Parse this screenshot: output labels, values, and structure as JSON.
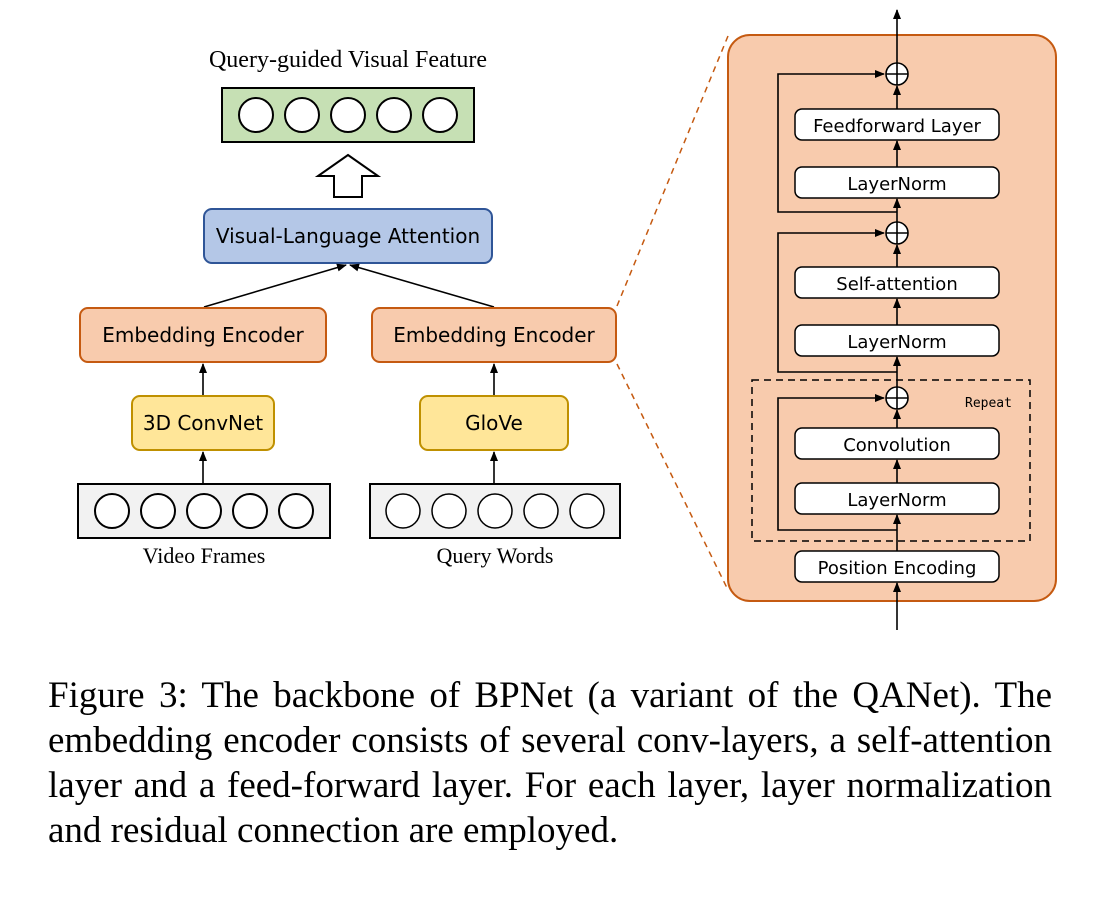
{
  "diagram": {
    "output_label": "Query-guided Visual Feature",
    "attention_label": "Visual-Language Attention",
    "left_encoder_label": "Embedding Encoder",
    "right_encoder_label": "Embedding Encoder",
    "left_feature_label": "3D ConvNet",
    "right_feature_label": "GloVe",
    "left_input_label": "Video Frames",
    "right_input_label": "Query Words",
    "detail": {
      "feedforward_label": "Feedforward Layer",
      "layernorm_top_label": "LayerNorm",
      "self_attention_label": "Self-attention",
      "layernorm_mid_label": "LayerNorm",
      "convolution_label": "Convolution",
      "layernorm_bottom_label": "LayerNorm",
      "position_encoding_label": "Position Encoding",
      "repeat_label": "Repeat"
    },
    "colors": {
      "green_fill": "#c6e0b4",
      "blue_fill": "#b4c7e7",
      "orange_fill": "#f8cbad",
      "orange_stroke": "#c55a11",
      "yellow_fill": "#ffe699",
      "yellow_stroke": "#bf9000",
      "gray_fill": "#f2f2f2",
      "blue_stroke": "#2f5597"
    }
  },
  "caption": {
    "text": "Figure 3: The backbone of BPNet (a variant of the QANet). The embedding encoder consists of several conv-layers, a self-attention layer and a feed-forward layer. For each layer, layer normalization and residual connection are employed."
  }
}
